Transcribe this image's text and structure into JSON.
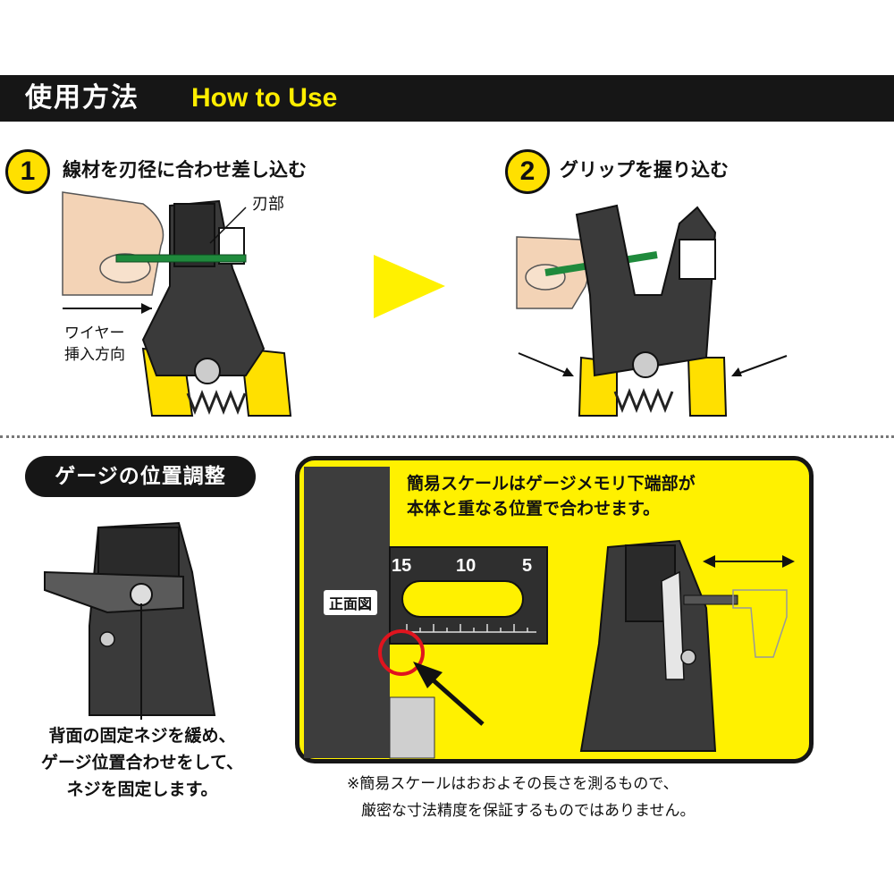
{
  "header": {
    "title_jp": "使用方法",
    "title_en": "How to Use"
  },
  "step1": {
    "number": "1",
    "title": "線材を刃径に合わせ差し込む",
    "blade_label": "刃部",
    "wire_direction_line1": "ワイヤー",
    "wire_direction_line2": "挿入方向"
  },
  "step2": {
    "number": "2",
    "title": "グリップを握り込む"
  },
  "gauge": {
    "section_title": "ゲージの位置調整",
    "caption_line1": "背面の固定ネジを緩め、",
    "caption_line2": "ゲージ位置合わせをして、",
    "caption_line3": "ネジを固定します。"
  },
  "scale_box": {
    "title_line1": "簡易スケールはゲージメモリ下端部が",
    "title_line2": "本体と重なる位置で合わせます。",
    "front_view_label": "正面図",
    "scale_numbers": [
      "15",
      "10",
      "5"
    ]
  },
  "note": {
    "line1": "※簡易スケールはおおよその長さを測るもので、",
    "line2": "厳密な寸法精度を保証するものではありません。"
  },
  "colors": {
    "accent_yellow": "#fff100",
    "dark": "#161616",
    "wire_green": "#1f8a3c",
    "marker_red": "#e0141e"
  },
  "icons": [
    "play-arrow-icon",
    "red-circle-marker",
    "double-arrow-icon"
  ]
}
